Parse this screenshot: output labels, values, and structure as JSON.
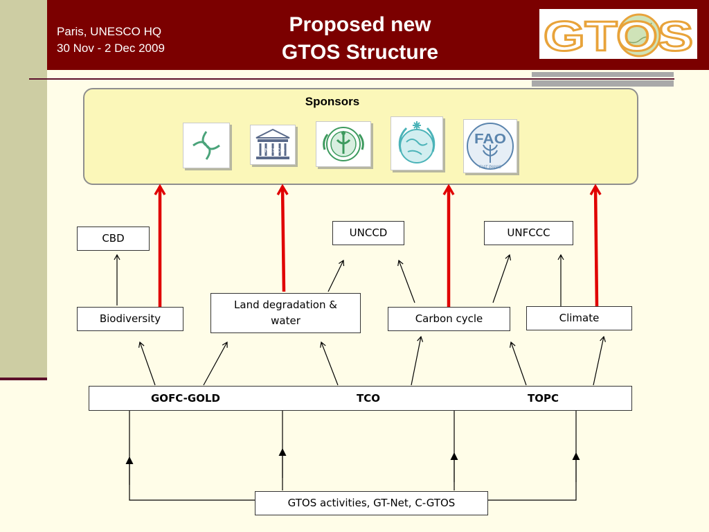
{
  "header": {
    "venue_line1": "Paris, UNESCO HQ",
    "venue_line2": "30 Nov - 2 Dec 2009",
    "title_line1": "Proposed new",
    "title_line2": "GTOS Structure",
    "logo_text": "GTOS"
  },
  "sponsors": {
    "title": "Sponsors",
    "emblems": [
      "icsu-emblem",
      "unesco-emblem",
      "unep-emblem",
      "wmo-emblem",
      "fao-emblem"
    ],
    "unesco_text": "UNESCO",
    "fao_text": "FAO",
    "fao_motto": "FIAT PANIS"
  },
  "conventions": {
    "cbd": "CBD",
    "unccd": "UNCCD",
    "unfccc": "UNFCCC"
  },
  "themes": {
    "biodiversity": "Biodiversity",
    "land_degradation_line1": "Land degradation &",
    "land_degradation_line2": "water",
    "carbon_cycle": "Carbon cycle",
    "climate": "Climate"
  },
  "observing_systems": {
    "gofc_gold": "GOFC-GOLD",
    "tco": "TCO",
    "topc": "TOPC"
  },
  "activities": "GTOS activities, GT-Net, C-GTOS",
  "colors": {
    "header_bg": "#7b0000",
    "sponsor_panel": "#fbf7b9",
    "red_arrow": "#e00000",
    "logo_orange": "#e8a33a",
    "emblem_blue": "#5aa0c8",
    "emblem_green": "#4aa37a"
  }
}
